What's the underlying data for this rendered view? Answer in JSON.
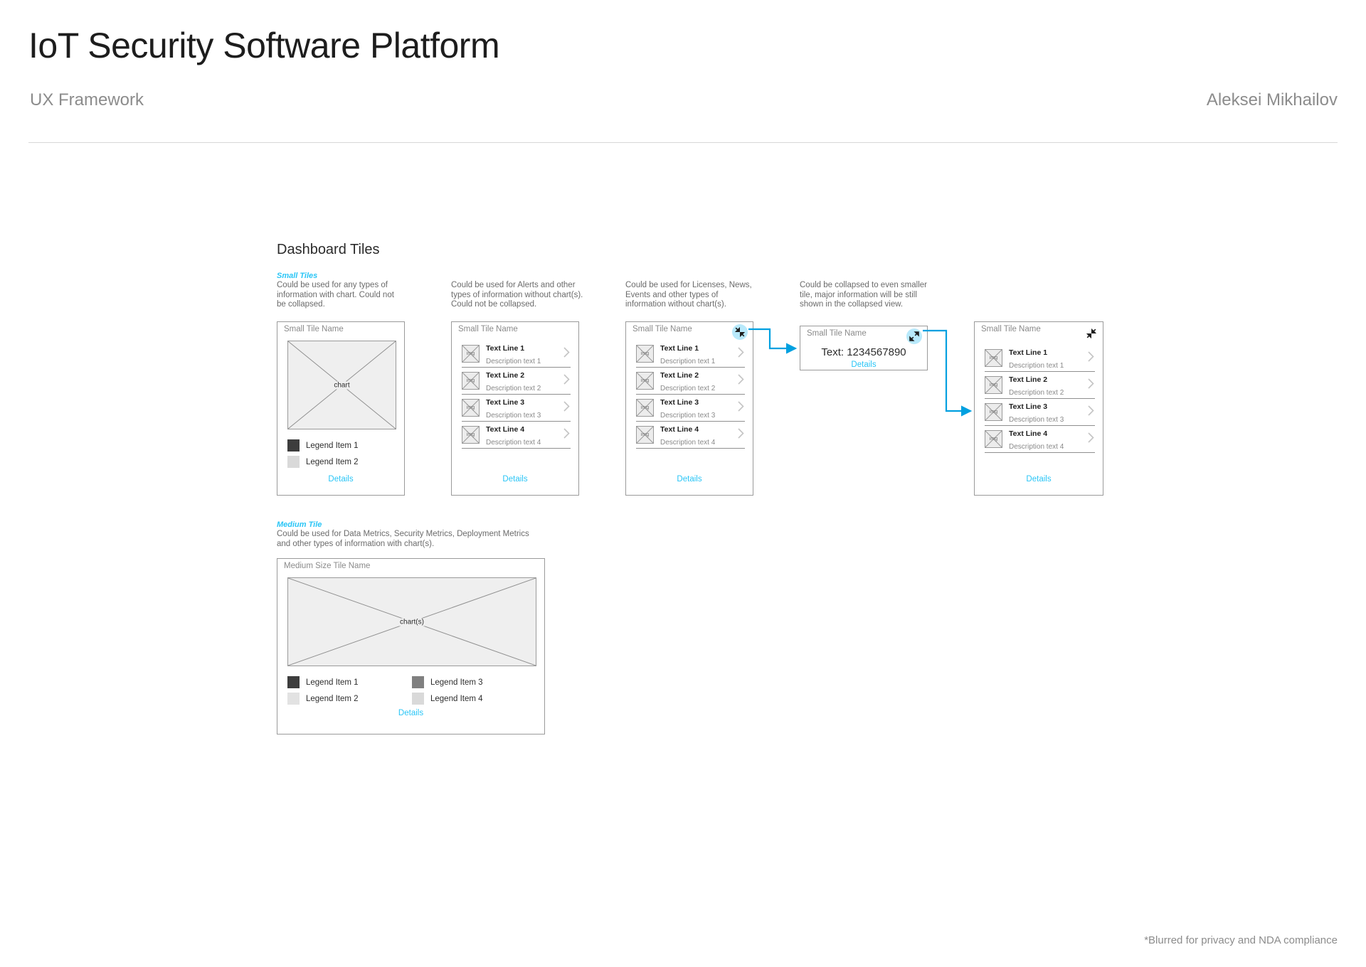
{
  "header": {
    "title": "IoT Security Software Platform",
    "subtitle": "UX Framework",
    "author": "Aleksei Mikhailov"
  },
  "section": {
    "title": "Dashboard Tiles"
  },
  "groups": {
    "small": {
      "label": "Small Tiles",
      "descriptions": [
        "Could be used for any types of information with chart. Could not be collapsed.",
        "Could be used for Alerts and other types of information without chart(s). Could not be collapsed.",
        "Could be used for Licenses, News, Events and other types of information without chart(s).",
        "Could be collapsed to even smaller tile, major information will be still shown in the collapsed view."
      ]
    },
    "medium": {
      "label": "Medium Tile",
      "description": "Could be used for Data Metrics, Security Metrics, Deployment Metrics and other types of information with chart(s)."
    }
  },
  "tiles": {
    "chart_tile": {
      "name": "Small Tile Name",
      "chart_placeholder": "chart",
      "legend": [
        {
          "label": "Legend Item 1",
          "color": "#3d3d3d"
        },
        {
          "label": "Legend Item 2",
          "color": "#d9d9d9"
        }
      ],
      "details_label": "Details"
    },
    "list_tile_plain": {
      "name": "Small Tile Name",
      "rows": [
        {
          "thumb": "img",
          "title": "Text Line 1",
          "desc": "Description text 1"
        },
        {
          "thumb": "img",
          "title": "Text Line 2",
          "desc": "Description text 2"
        },
        {
          "thumb": "img",
          "title": "Text Line 3",
          "desc": "Description text 3"
        },
        {
          "thumb": "img",
          "title": "Text Line 4",
          "desc": "Description text 4"
        }
      ],
      "details_label": "Details"
    },
    "list_tile_collapsible": {
      "name": "Small Tile Name",
      "icon": "collapse-icon",
      "rows": [
        {
          "thumb": "img",
          "title": "Text Line 1",
          "desc": "Description text 1"
        },
        {
          "thumb": "img",
          "title": "Text Line 2",
          "desc": "Description text 2"
        },
        {
          "thumb": "img",
          "title": "Text Line 3",
          "desc": "Description text 3"
        },
        {
          "thumb": "img",
          "title": "Text Line 4",
          "desc": "Description text 4"
        }
      ],
      "details_label": "Details"
    },
    "collapsed_tile": {
      "name": "Small Tile Name",
      "icon": "expand-icon",
      "value_text": "Text: 1234567890",
      "details_label": "Details"
    },
    "list_tile_expanded": {
      "name": "Small Tile Name",
      "icon": "collapse-icon",
      "rows": [
        {
          "thumb": "img",
          "title": "Text Line 1",
          "desc": "Description text 1"
        },
        {
          "thumb": "img",
          "title": "Text Line 2",
          "desc": "Description text 2"
        },
        {
          "thumb": "img",
          "title": "Text Line 3",
          "desc": "Description text 3"
        },
        {
          "thumb": "img",
          "title": "Text Line 4",
          "desc": "Description text 4"
        }
      ],
      "details_label": "Details"
    },
    "medium_tile": {
      "name": "Medium Size Tile Name",
      "chart_placeholder": "chart(s)",
      "legend": [
        {
          "label": "Legend Item 1",
          "color": "#3d3d3d"
        },
        {
          "label": "Legend Item 2",
          "color": "#e2e2e2"
        },
        {
          "label": "Legend Item 3",
          "color": "#808080"
        },
        {
          "label": "Legend Item 4",
          "color": "#d9d9d9"
        }
      ],
      "details_label": "Details"
    }
  },
  "footer": {
    "note": "*Blurred for privacy and NDA compliance"
  },
  "colors": {
    "accent": "#29c5f6",
    "icon_bubble": "#b8e9fb",
    "connector": "#00a0e0",
    "text_dark": "#1d1d1d",
    "text_muted": "#8c8c8c"
  }
}
